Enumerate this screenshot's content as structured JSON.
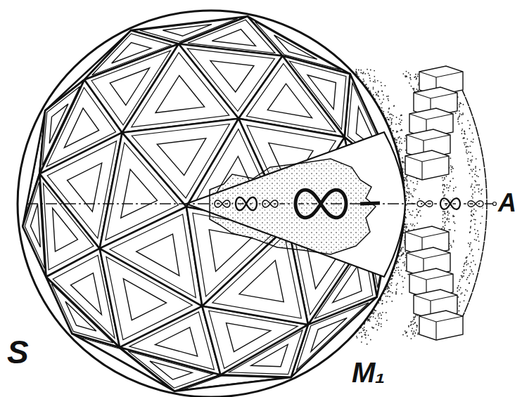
{
  "diagram": {
    "labels": [
      "S",
      "M₁",
      "A"
    ]
  }
}
